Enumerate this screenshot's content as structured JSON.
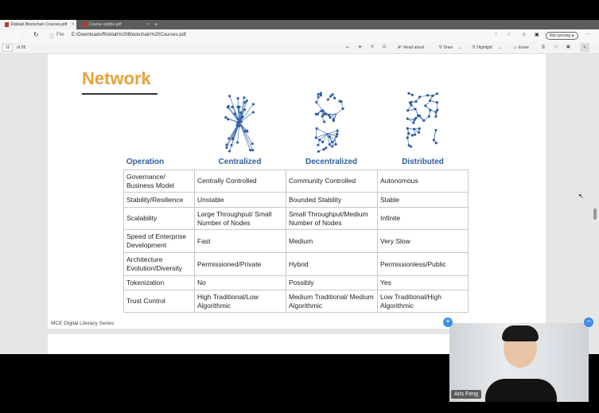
{
  "browser": {
    "tabs": [
      {
        "label": "Risklab Blockchain Courses.pdf",
        "close": "×"
      },
      {
        "label": "Course outline.pdf",
        "close": "×"
      }
    ],
    "new_tab": "+",
    "file_label": "File",
    "url": "E:/Downloads/Risklab%20Blockchain%20Courses.pdf",
    "sync": "Not syncing",
    "more": "···"
  },
  "pdf_toolbar": {
    "page": "16",
    "of": "of 28",
    "zoom_out": "−",
    "zoom_in": "+",
    "read_aloud": "Read aloud",
    "draw": "Draw",
    "highlight": "Highlight",
    "erase": "Erase"
  },
  "slide": {
    "title": "Network",
    "columns": [
      "Operation",
      "Centralized",
      "Decentralized",
      "Distributed"
    ],
    "rows": [
      [
        "Governance/ Business Model",
        "Centrally Controlled",
        "Community Controlled",
        "Autonomous"
      ],
      [
        "Stability/Resilience",
        "Unstable",
        "Bounded Stability",
        "Stable"
      ],
      [
        "Scalability",
        "Large Throughput/ Small Number of  Nodes",
        "Small Throughput/Medium Number of Nodes",
        "Infinite"
      ],
      [
        "Speed of Enterprise Development",
        "Fast",
        "Medium",
        "Very Slow"
      ],
      [
        "Architecture Evolution/Diversity",
        "Permissioned/Private",
        "Hybrid",
        "Permissionless/Public"
      ],
      [
        "Tokenization",
        "No",
        "Possibly",
        "Yes"
      ],
      [
        "Trust Control",
        "High Traditional/Low Algorithmic",
        "Medium Traditional/ Medium Algorithmic",
        "Low Traditional/High Algorithmic"
      ]
    ],
    "footer": "MCE Digital Literacy Series"
  },
  "video": {
    "participant": "Aris Feng",
    "expand": "+",
    "collapse": "−"
  },
  "colors": {
    "accent": "#e8a23a",
    "header_blue": "#2e5e9e",
    "node": "#2f5fa8"
  }
}
